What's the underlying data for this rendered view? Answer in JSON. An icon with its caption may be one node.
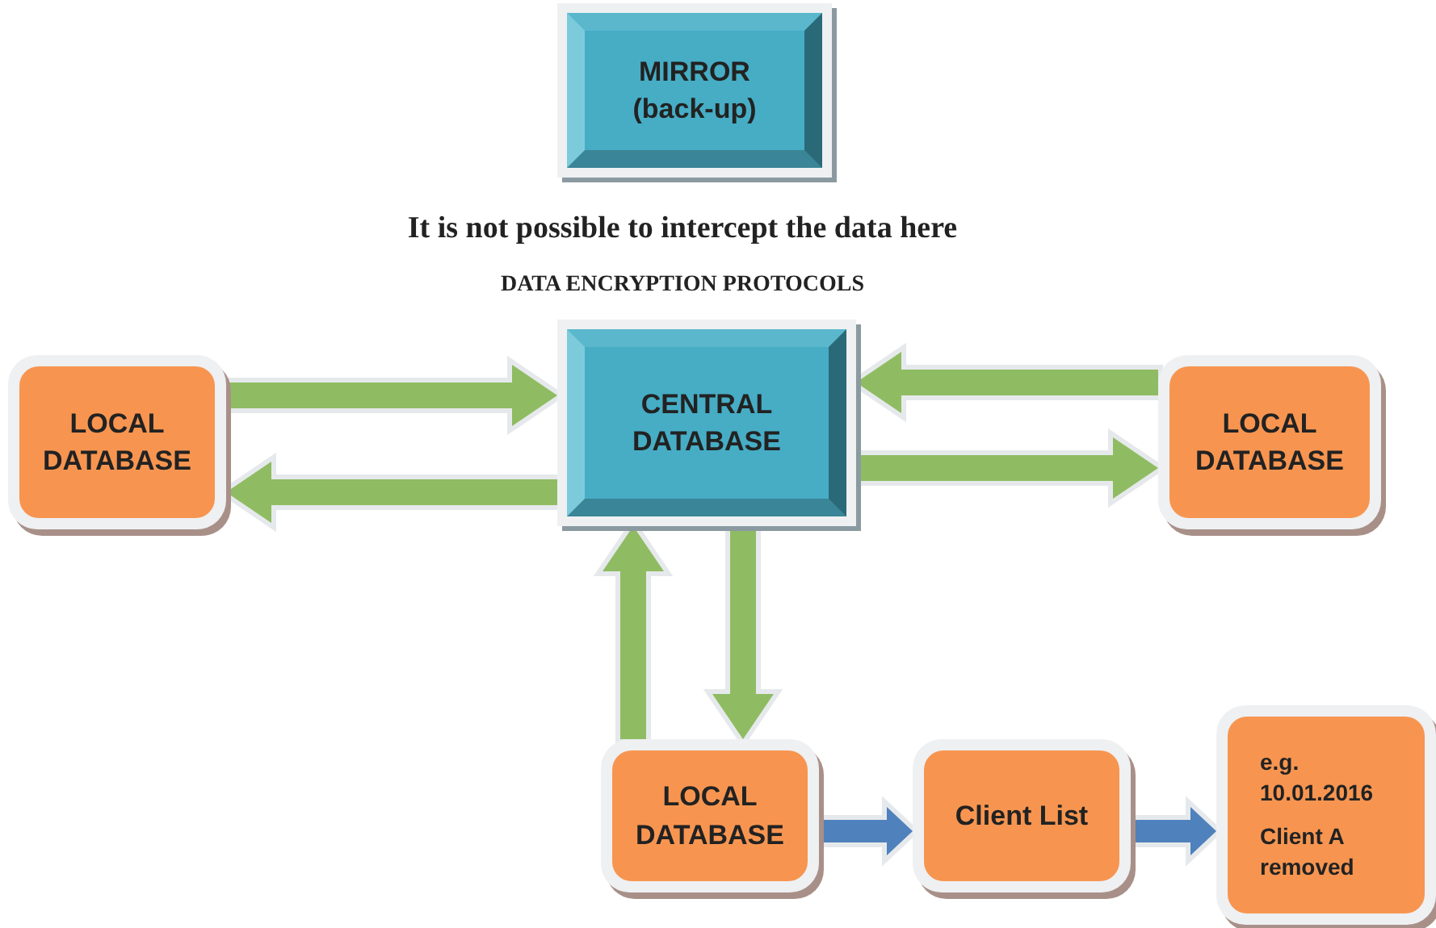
{
  "diagram": {
    "nodes": [
      {
        "text": [
          "MIRROR (back-up)"
        ]
      },
      {
        "text": [
          "CENTRAL DATABASE"
        ]
      },
      {
        "text": [
          "LOCAL DATABASE"
        ]
      },
      {
        "text": [
          "LOCAL DATABASE"
        ]
      },
      {
        "text": [
          "LOCAL DATABASE"
        ]
      },
      {
        "text": [
          "Client List"
        ]
      },
      {
        "text": [
          "e.g. 10.01.2016",
          "Client A removed"
        ]
      }
    ],
    "edges": [
      {
        "from": 2,
        "to": 1,
        "arrow": "to"
      },
      {
        "from": 1,
        "to": 2,
        "arrow": "to"
      },
      {
        "from": 3,
        "to": 1,
        "arrow": "to"
      },
      {
        "from": 1,
        "to": 3,
        "arrow": "to"
      },
      {
        "from": 4,
        "to": 1,
        "arrow": "to"
      },
      {
        "from": 1,
        "to": 4,
        "arrow": "to"
      },
      {
        "from": 4,
        "to": 5,
        "arrow": "to",
        "color": "#4f81bd"
      },
      {
        "from": 5,
        "to": 6,
        "arrow": "to",
        "color": "#4f81bd"
      }
    ],
    "labels": [
      "It is not possible to intercept the data here",
      "DATA ENCRYPTION PROTOCOLS"
    ]
  }
}
